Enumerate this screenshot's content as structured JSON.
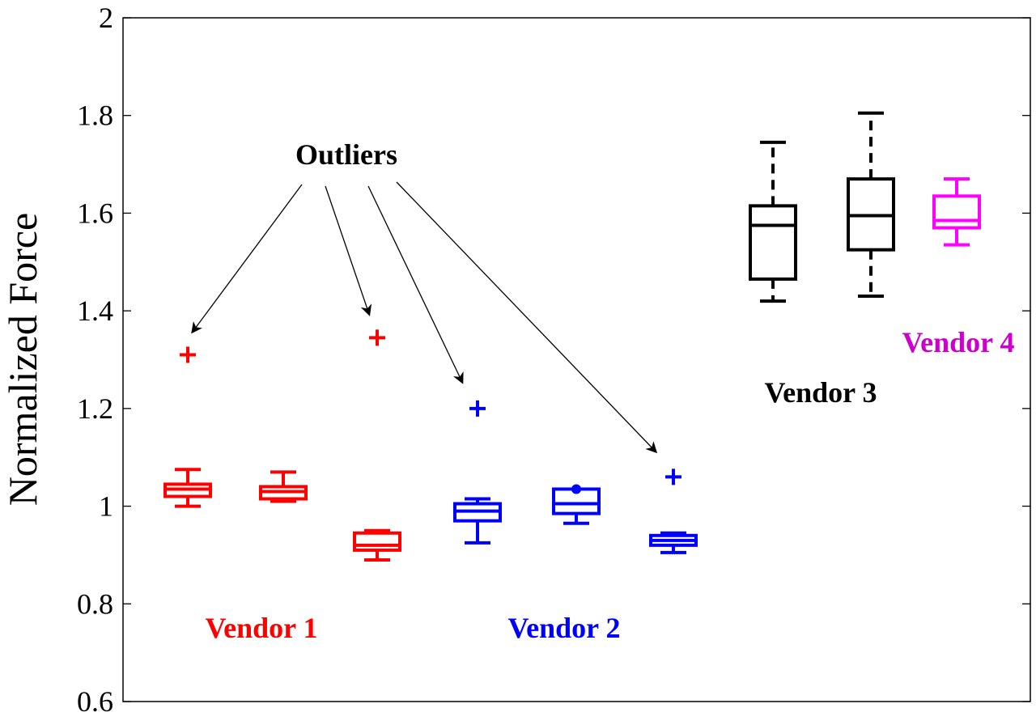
{
  "chart_data": {
    "type": "box",
    "ylabel": "Normalized Force",
    "xlabel": "",
    "ylim": [
      0.6,
      2.0
    ],
    "yticks": [
      0.6,
      0.8,
      1,
      1.2,
      1.4,
      1.6,
      1.8,
      2
    ],
    "ytick_labels": [
      "0.6",
      "0.8",
      "1",
      "1.2",
      "1.4",
      "1.6",
      "1.8",
      "2"
    ],
    "grid": false,
    "boxes": [
      {
        "vendor": "Vendor 1",
        "color": "#ff0000",
        "lower_whisker": 1.0,
        "q1": 1.02,
        "median": 1.035,
        "q3": 1.045,
        "upper_whisker": 1.075,
        "outliers": [
          1.31
        ]
      },
      {
        "vendor": "Vendor 1",
        "color": "#ff0000",
        "lower_whisker": 1.01,
        "q1": 1.015,
        "median": 1.03,
        "q3": 1.04,
        "upper_whisker": 1.07,
        "outliers": []
      },
      {
        "vendor": "Vendor 1",
        "color": "#ff0000",
        "lower_whisker": 0.89,
        "q1": 0.91,
        "median": 0.92,
        "q3": 0.945,
        "upper_whisker": 0.95,
        "outliers": [
          1.345
        ]
      },
      {
        "vendor": "Vendor 2",
        "color": "#0000ff",
        "lower_whisker": 0.925,
        "q1": 0.97,
        "median": 0.99,
        "q3": 1.005,
        "upper_whisker": 1.015,
        "outliers": [
          1.2
        ]
      },
      {
        "vendor": "Vendor 2",
        "color": "#0000ff",
        "lower_whisker": 0.965,
        "q1": 0.985,
        "median": 1.005,
        "q3": 1.035,
        "upper_whisker": 1.035,
        "outliers": [
          1.035
        ]
      },
      {
        "vendor": "Vendor 2",
        "color": "#0000ff",
        "lower_whisker": 0.905,
        "q1": 0.92,
        "median": 0.93,
        "q3": 0.94,
        "upper_whisker": 0.945,
        "outliers": [
          1.06
        ]
      },
      {
        "vendor": "Vendor 3",
        "color": "#000000",
        "lower_whisker": 1.42,
        "q1": 1.465,
        "median": 1.575,
        "q3": 1.615,
        "upper_whisker": 1.745,
        "outliers": [],
        "dashed": true
      },
      {
        "vendor": "Vendor 3",
        "color": "#000000",
        "lower_whisker": 1.43,
        "q1": 1.525,
        "median": 1.595,
        "q3": 1.67,
        "upper_whisker": 1.805,
        "outliers": [],
        "dashed": true
      },
      {
        "vendor": "Vendor 4",
        "color": "#ff00ff",
        "lower_whisker": 1.535,
        "q1": 1.57,
        "median": 1.585,
        "q3": 1.635,
        "upper_whisker": 1.67,
        "outliers": []
      }
    ],
    "annotations": {
      "outliers_label": "Outliers",
      "vendor_labels": [
        {
          "text": "Vendor 1",
          "color": "#ff0000"
        },
        {
          "text": "Vendor 2",
          "color": "#0000ff"
        },
        {
          "text": "Vendor 3",
          "color": "#000000"
        },
        {
          "text": "Vendor 4",
          "color": "#cc00cc"
        }
      ]
    }
  }
}
